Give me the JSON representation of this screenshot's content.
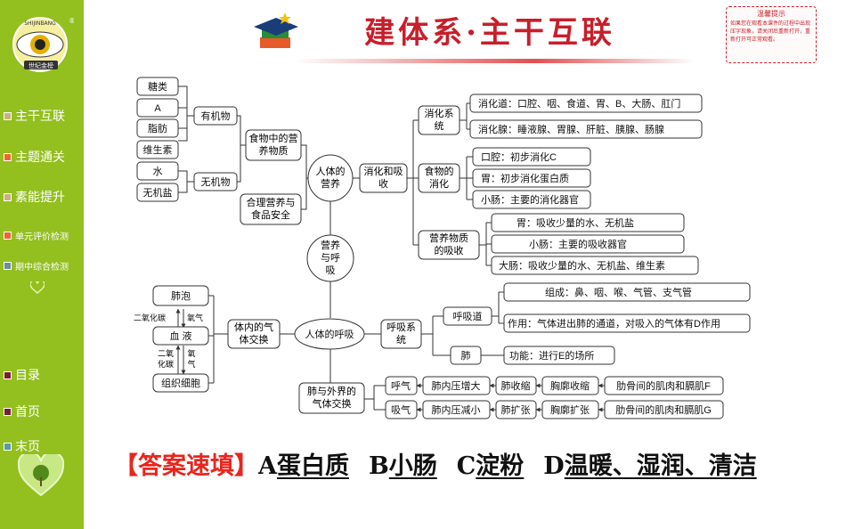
{
  "header": {
    "title": "建体系·主干互联"
  },
  "logo": {
    "text": "SHIJINBANG",
    "subtext": "世纪金榜",
    "registered": "®"
  },
  "tip": {
    "title": "温馨提示",
    "body": "如果您在观看本课件的过程中出现压字现象，请关闭后重新打开，重新打开可正常观看。"
  },
  "sidebar": {
    "items": [
      {
        "label": "主干互联",
        "color": "#c7b27a"
      },
      {
        "label": "主题通关",
        "color": "#f0662a"
      },
      {
        "label": "素能提升",
        "color": "#c7b27a"
      },
      {
        "label": "单元评价检测",
        "color": "#f0662a"
      },
      {
        "label": "期中综合检测",
        "color": "#6e8d9a"
      },
      {
        "label": "目录",
        "color": "#7a1d2e"
      },
      {
        "label": "首页",
        "color": "#7a1d2e"
      },
      {
        "label": "末页",
        "color": "#5a9aa0"
      }
    ]
  },
  "diagram": {
    "nodes": {
      "tang": "糖类",
      "a_blank": "A",
      "zhifang": "脂肪",
      "weishengsu": "维生素",
      "shui": "水",
      "wujiyan": "无机盐",
      "youjiwu": "有机物",
      "wujiwu": "无机物",
      "shiwu_yingyang": "食物中的营养物质",
      "heli_yingyang": "合理营养与食品安全",
      "renti_yingyang": "人体的营养",
      "xiaohua_xishou": "消化和吸收",
      "yingyang_huxi": "营养与呼吸",
      "xiaohua_xitong": "消化系统",
      "shiwu_xiaohua": "食物的消化",
      "yingyang_xishou": "营养物质的吸收",
      "xiaohua_dao": "消化道：口腔、咽、食道、胃、B、大肠、肛门",
      "xiaohua_xian": "消化腺：睡液腺、胃腺、肝脏、胰腺、肠腺",
      "kouqiang": "口腔：初步消化C",
      "wei_xiaohua": "胃：初步消化蛋白质",
      "xiaochang_xiaohua": "小肠：主要的消化器官",
      "wei_xishou": "胃：吸收少量的水、无机盐",
      "xiaochang_xishou": "小肠：主要的吸收器官",
      "dachang_xishou": "大肠：吸收少量的水、无机盐、维生素",
      "feipao": "肺泡",
      "xueye": "血  液",
      "zuzhi": "组织细胞",
      "co2_1": "二氧化碳",
      "o2_1": "氧气",
      "co2_2": "二氧化碳",
      "o2_2": "氧气",
      "tinei_jiaohuan": "体内的气体交换",
      "renti_huxi": "人体的呼吸",
      "huxi_xitong": "呼吸系统",
      "huxidao": "呼吸道",
      "fei": "肺",
      "zucheng": "组成：鼻、咽、喉、气管、支气管",
      "zuoyong": "作用：气体进出肺的通道，对吸入的气体有D作用",
      "gongneng": "功能：进行E的场所",
      "fei_waijie": "肺与外界的气体交换",
      "huqi": "呼气",
      "xiqi": "吸气",
      "h1": "肺内压增大",
      "h2": "肺收缩",
      "h3": "胸廓收缩",
      "h4": "肋骨间的肌肉和膈肌F",
      "x1": "肺内压减小",
      "x2": "肺扩张",
      "x3": "胸廓扩张",
      "x4": "肋骨间的肌肉和膈肌G"
    }
  },
  "answer": {
    "prefix": "【答案速填】",
    "items": [
      {
        "letter": "A",
        "value": "蛋白质"
      },
      {
        "letter": "B",
        "value": "小肠"
      },
      {
        "letter": "C",
        "value": "淀粉"
      },
      {
        "letter": "D",
        "value": "温暖、湿润、清洁"
      }
    ]
  }
}
